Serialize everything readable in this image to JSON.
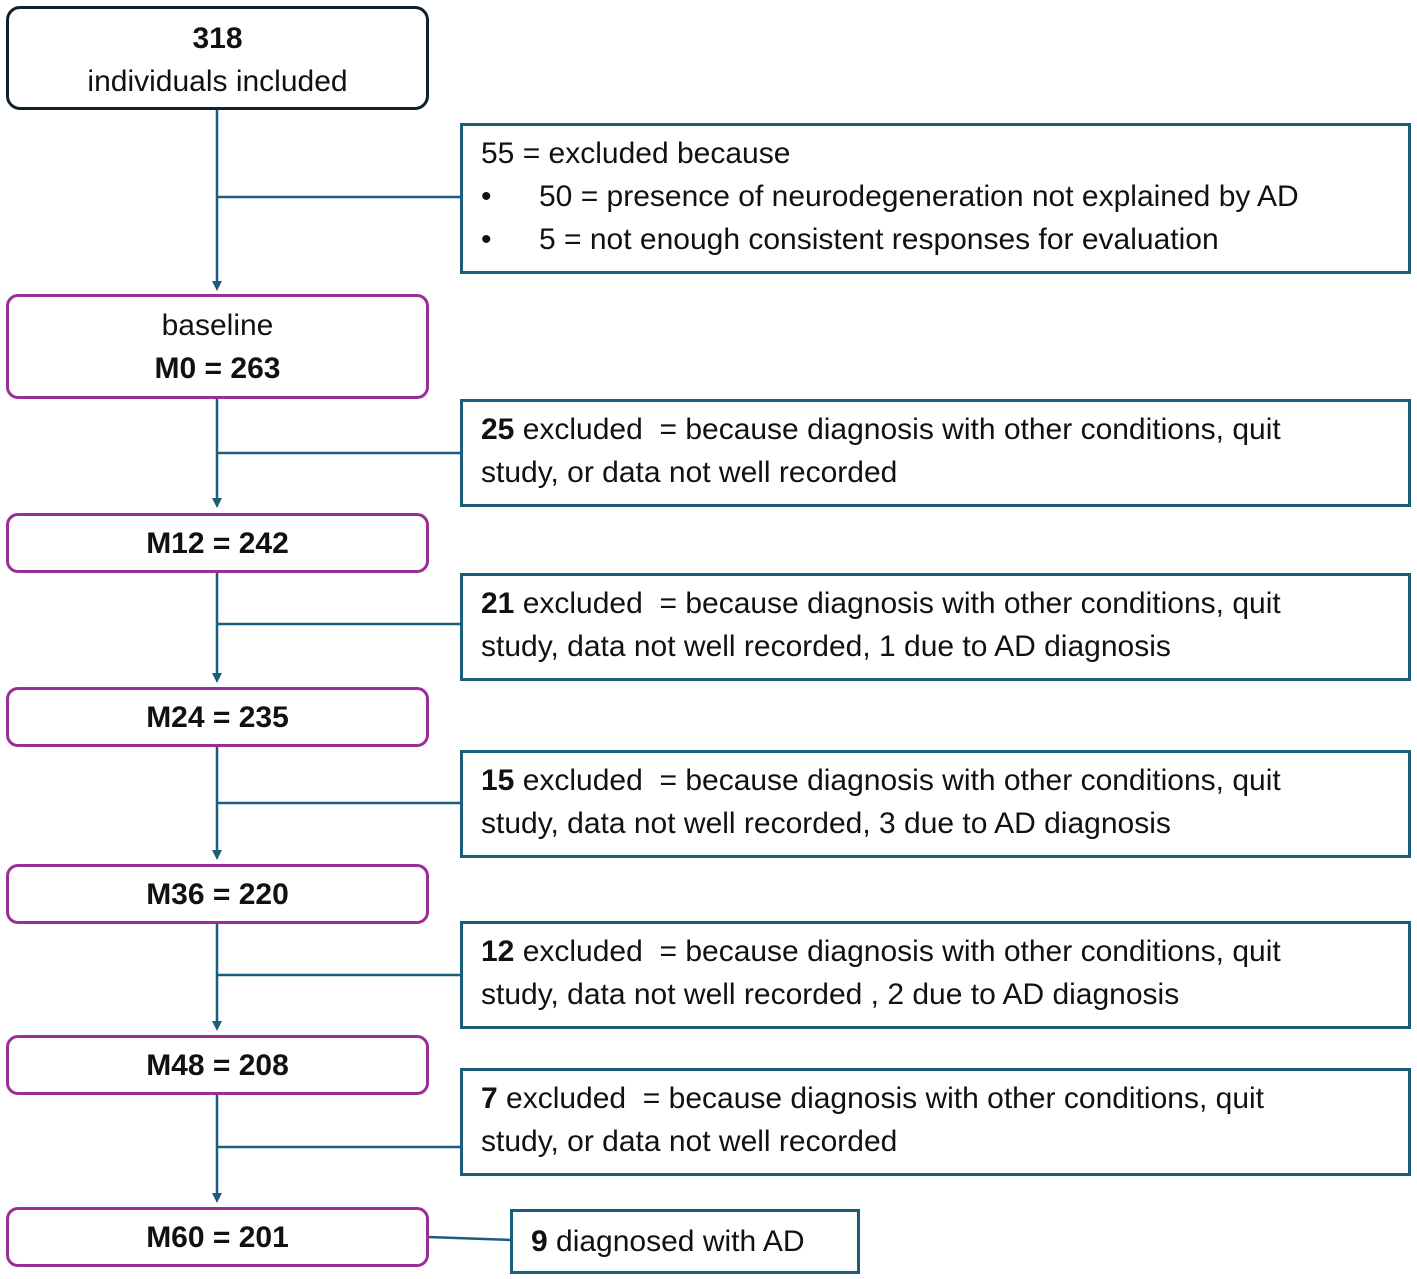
{
  "start": {
    "count": "318",
    "label": "individuals included"
  },
  "first_exclusion": {
    "header": "55 = excluded because",
    "bullets": [
      "50 = presence of neurodegeneration not explained by AD",
      "5 = not enough consistent responses for evaluation"
    ]
  },
  "baseline": {
    "label": "baseline",
    "value": "M0 = 263"
  },
  "stages": [
    {
      "label": "M12 = 242"
    },
    {
      "label": "M24 = 235"
    },
    {
      "label": "M36 = 220"
    },
    {
      "label": "M48 = 208"
    },
    {
      "label": "M60 = 201"
    }
  ],
  "exclusions": [
    {
      "count": "25",
      "rest": " excluded  = because diagnosis with other conditions, quit",
      "line2": "study, or data not well recorded"
    },
    {
      "count": "21",
      "rest": " excluded  = because diagnosis with other conditions, quit",
      "line2": "study, data not well recorded, 1 due to AD diagnosis"
    },
    {
      "count": "15",
      "rest": " excluded  = because diagnosis with other conditions, quit",
      "line2": "study, data not well recorded, 3 due to AD diagnosis"
    },
    {
      "count": "12",
      "rest": " excluded  = because diagnosis with other conditions, quit",
      "line2": "study, data not well recorded , 2 due to AD diagnosis"
    },
    {
      "count": "7",
      "rest": " excluded  = because diagnosis with other conditions, quit",
      "line2": "study, or data not well recorded"
    }
  ],
  "final": {
    "count": "9",
    "rest": " diagnosed with AD"
  },
  "colors": {
    "flow_line": "#1c5d7b",
    "stage_border": "#9b2d96",
    "start_border": "#10212b"
  }
}
